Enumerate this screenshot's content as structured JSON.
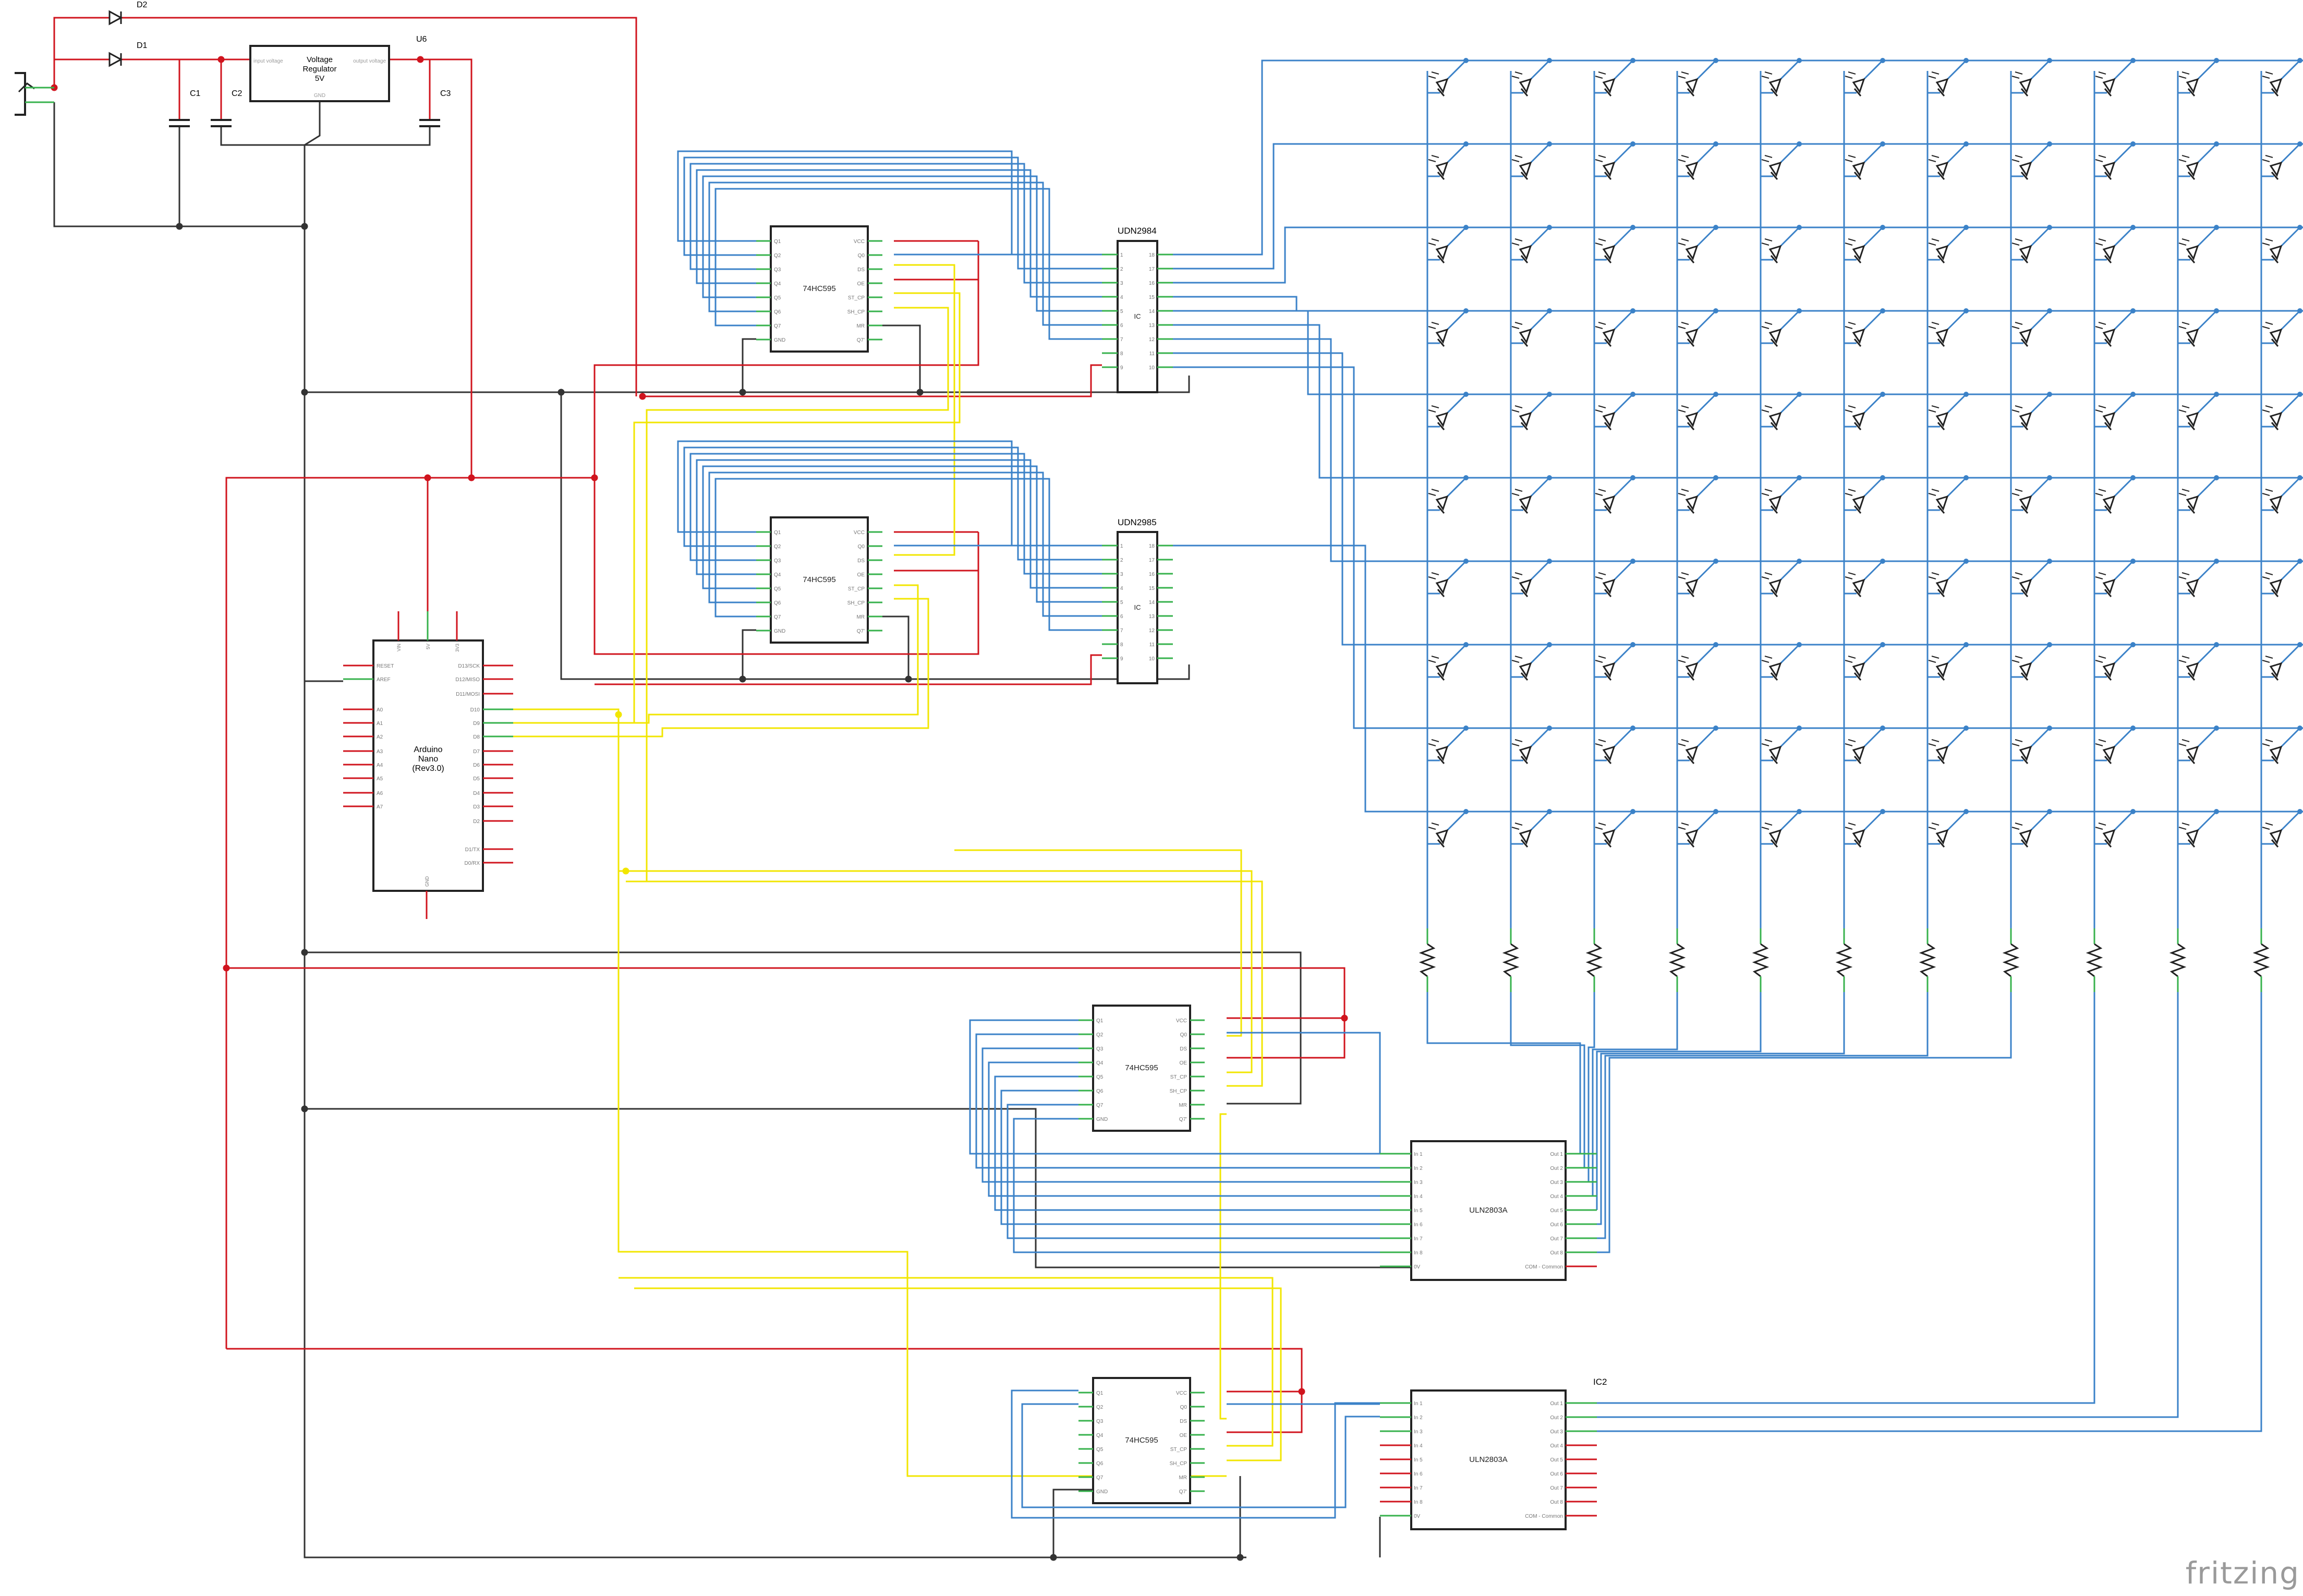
{
  "power": {
    "labels": {
      "d2": "D2",
      "d1": "D1",
      "u6": "U6",
      "c1": "C1",
      "c2": "C2",
      "c3": "C3"
    },
    "regulator": {
      "title_1": "Voltage",
      "title_2": "Regulator",
      "title_3": "5V",
      "pin_in": "input voltage",
      "pin_out": "output voltage",
      "pin_gnd": "GND"
    }
  },
  "drivers": {
    "udn1": {
      "title": "UDN2984",
      "body": "IC"
    },
    "udn2": {
      "title": "UDN2985",
      "body": "IC"
    },
    "uln1": {
      "title": "ULN2803A"
    },
    "uln2": {
      "title": "ULN2803A",
      "ref": "IC2"
    }
  },
  "shift_register": {
    "title": "74HC595",
    "left_pins": [
      "Q1",
      "Q2",
      "Q3",
      "Q4",
      "Q5",
      "Q6",
      "Q7",
      "GND"
    ],
    "right_pins": [
      "VCC",
      "Q0",
      "DS",
      "OE",
      "ST_CP",
      "SH_CP",
      "MR",
      "Q7'"
    ]
  },
  "udn_pins": {
    "left": [
      "1",
      "2",
      "3",
      "4",
      "5",
      "6",
      "7",
      "8",
      "9"
    ],
    "right": [
      "18",
      "17",
      "16",
      "15",
      "14",
      "13",
      "12",
      "11",
      "10"
    ]
  },
  "uln_pins": {
    "left": [
      "In 1",
      "In 2",
      "In 3",
      "In 4",
      "In 5",
      "In 6",
      "In 7",
      "In 8",
      "0V"
    ],
    "right": [
      "Out 1",
      "Out 2",
      "Out 3",
      "Out 4",
      "Out 5",
      "Out 6",
      "Out 7",
      "Out 8",
      "COM - Common"
    ]
  },
  "arduino": {
    "title_1": "Arduino",
    "title_2": "Nano",
    "title_3": "(Rev3.0)",
    "top_pins": [
      "VIN",
      "5V",
      "3V3"
    ],
    "left_pins": [
      "RESET",
      "AREF",
      "A0",
      "A1",
      "A2",
      "A3",
      "A4",
      "A5",
      "A6",
      "A7"
    ],
    "right_pins": [
      "D13/SCK",
      "D12/MISO",
      "D11/MOSI",
      "D10",
      "D9",
      "D8",
      "D7",
      "D6",
      "D5",
      "D4",
      "D3",
      "D2",
      "D1/TX",
      "D0/RX"
    ],
    "bottom_pin": "GND"
  },
  "led_matrix": {
    "rows": 10,
    "cols": 11
  },
  "colors": {
    "red": "#d0141e",
    "blue": "#3b82c8",
    "yellow": "#f2e600",
    "black": "#333333",
    "green": "#37b24d",
    "gray": "#9a9a9a"
  },
  "watermark": "fritzing"
}
